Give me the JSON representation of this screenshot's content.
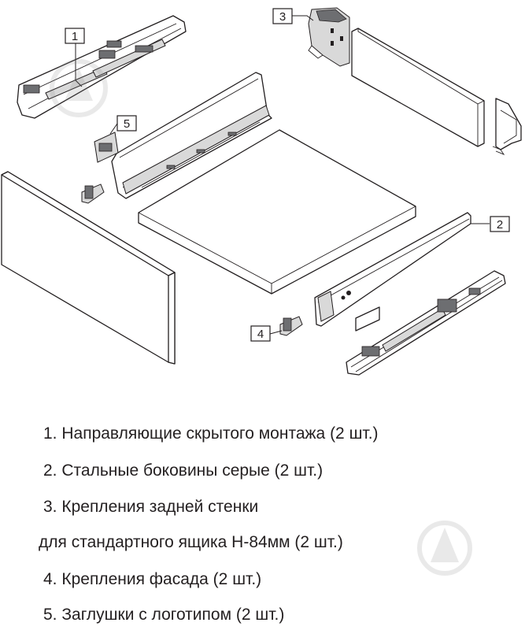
{
  "callouts": [
    {
      "number": "1"
    },
    {
      "number": "2"
    },
    {
      "number": "3"
    },
    {
      "number": "4"
    },
    {
      "number": "5"
    }
  ],
  "legend": {
    "line1": "1. Направляющие скрытого монтажа (2 шт.)",
    "line2": "2. Стальные боковины серые (2 шт.)",
    "line3a": "3. Крепления задней стенки",
    "line3b": "для стандартного ящика H-84мм (2 шт.)",
    "line4": "4. Крепления фасада (2 шт.)",
    "line5": "5. Заглушки с логотипом (2 шт.)"
  },
  "colors": {
    "line": "#231f20",
    "part_fill": "#ffffff",
    "metal_fill": "#d9d9d9",
    "text": "#231f20"
  }
}
